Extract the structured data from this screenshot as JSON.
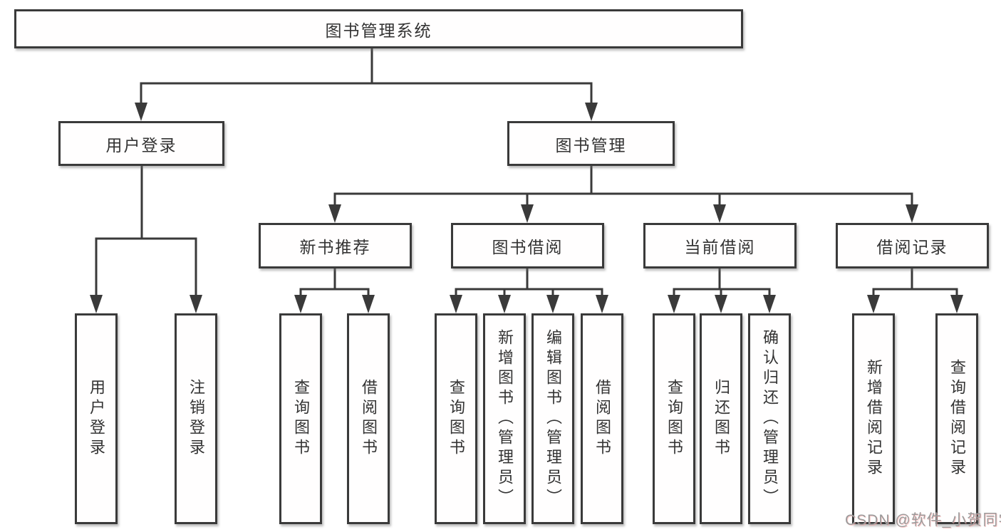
{
  "diagram": {
    "root": {
      "label": "图书管理系统"
    },
    "level2": [
      {
        "label": "用户登录"
      },
      {
        "label": "图书管理"
      }
    ],
    "level3": [
      {
        "label": "新书推荐"
      },
      {
        "label": "图书借阅"
      },
      {
        "label": "当前借阅"
      },
      {
        "label": "借阅记录"
      }
    ],
    "leaves": [
      [
        "用户登录",
        "注销登录"
      ],
      [
        "查询图书",
        "借阅图书"
      ],
      [
        "查询图书",
        "新增图书（管理员）",
        "编辑图书（管理员）",
        "借阅图书"
      ],
      [
        "查询图书",
        "归还图书",
        "确认归还（管理员）"
      ],
      [
        "新增借阅记录",
        "查询借阅记录"
      ]
    ]
  },
  "watermark": {
    "text": "CSDN @软件_小贺同学"
  },
  "colors": {
    "line": "#3a3a3a",
    "box_border": "#3a3a3a",
    "box_bg": "#ffffff",
    "text": "#333333",
    "watermark": "#9b9b9b"
  }
}
